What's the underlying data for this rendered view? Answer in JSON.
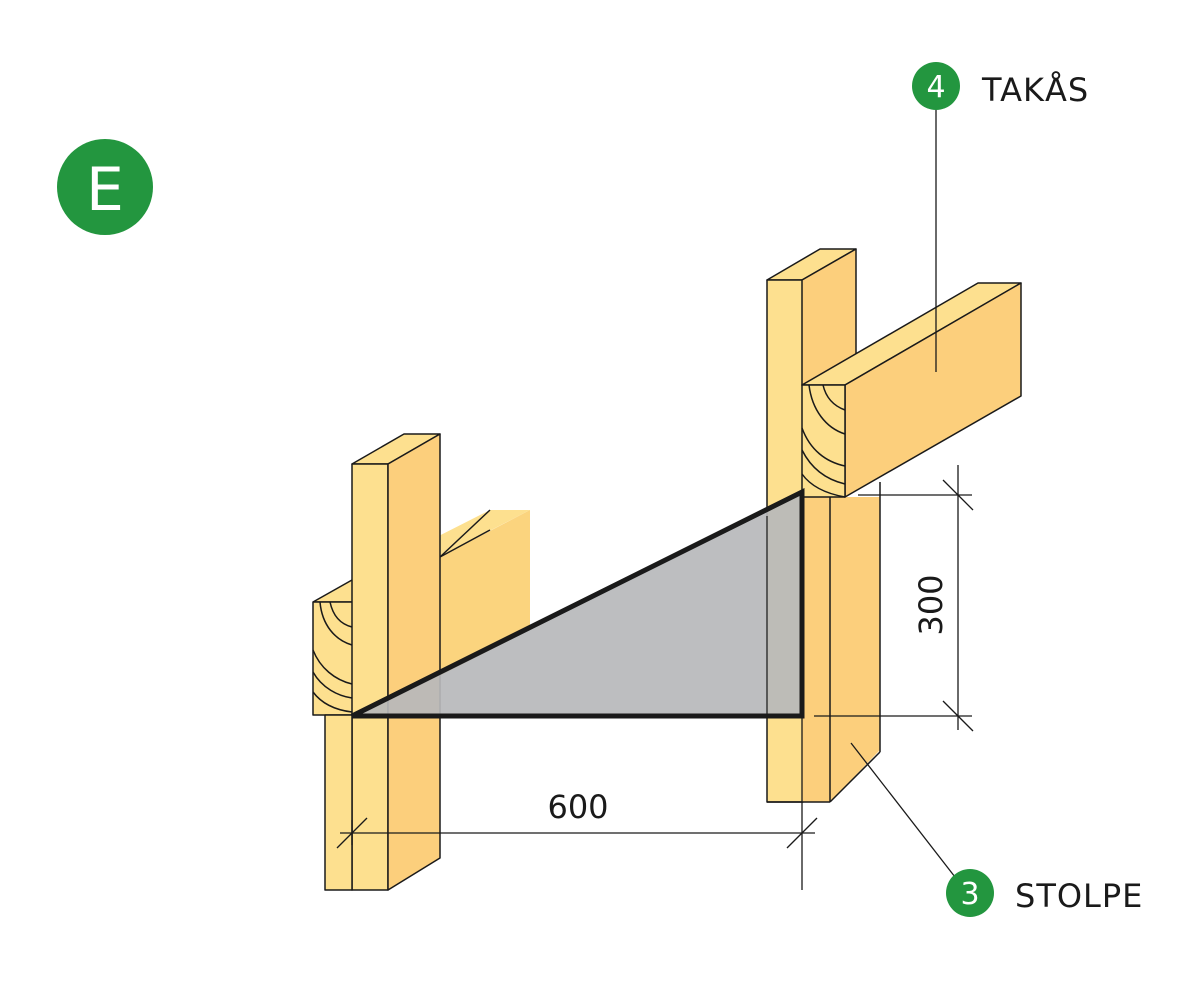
{
  "step_badge": {
    "letter": "E",
    "color": "#23963f"
  },
  "callouts": [
    {
      "number": "4",
      "label": "TAKÅS"
    },
    {
      "number": "3",
      "label": "STOLPE"
    }
  ],
  "dimensions": {
    "horizontal": "600",
    "vertical": "300"
  },
  "colors": {
    "wood_light": "#fde08f",
    "wood_mid": "#fbd47e",
    "wood_dark": "#fccf7c",
    "triangle_fill": "#b7b8bb",
    "line": "#1a1a1a",
    "accent_green": "#23963f"
  }
}
